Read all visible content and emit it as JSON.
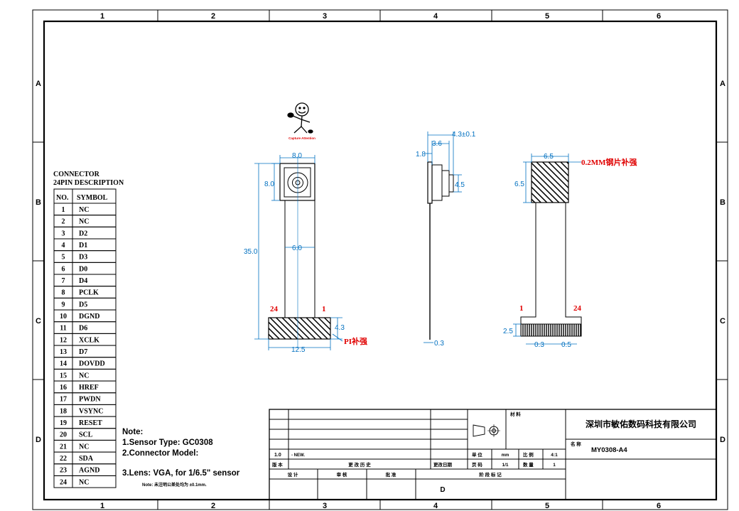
{
  "frame": {
    "columns": [
      "1",
      "2",
      "3",
      "4",
      "5",
      "6"
    ],
    "rows": [
      "A",
      "B",
      "C",
      "D"
    ]
  },
  "connector_table": {
    "title_line1": "CONNECTOR",
    "title_line2": "24PIN DESCRIPTION",
    "header_no": "NO.",
    "header_symbol": "SYMBOL",
    "rows": [
      {
        "no": "1",
        "symbol": "NC"
      },
      {
        "no": "2",
        "symbol": "NC"
      },
      {
        "no": "3",
        "symbol": "D2"
      },
      {
        "no": "4",
        "symbol": "D1"
      },
      {
        "no": "5",
        "symbol": "D3"
      },
      {
        "no": "6",
        "symbol": "D0"
      },
      {
        "no": "7",
        "symbol": "D4"
      },
      {
        "no": "8",
        "symbol": "PCLK"
      },
      {
        "no": "9",
        "symbol": "D5"
      },
      {
        "no": "10",
        "symbol": "DGND"
      },
      {
        "no": "11",
        "symbol": "D6"
      },
      {
        "no": "12",
        "symbol": "XCLK"
      },
      {
        "no": "13",
        "symbol": "D7"
      },
      {
        "no": "14",
        "symbol": "DOVDD"
      },
      {
        "no": "15",
        "symbol": "NC"
      },
      {
        "no": "16",
        "symbol": "HREF"
      },
      {
        "no": "17",
        "symbol": "PWDN"
      },
      {
        "no": "18",
        "symbol": "VSYNC"
      },
      {
        "no": "19",
        "symbol": "RESET"
      },
      {
        "no": "20",
        "symbol": "SCL"
      },
      {
        "no": "21",
        "symbol": "NC"
      },
      {
        "no": "22",
        "symbol": "SDA"
      },
      {
        "no": "23",
        "symbol": "AGND"
      },
      {
        "no": "24",
        "symbol": "NC"
      }
    ]
  },
  "notes": {
    "title": "Note:",
    "line1": "1.Sensor Type: GC0308",
    "line2": "2.Connector Model:",
    "line3": "3.Lens: VGA, for 1/6.5\" sensor",
    "tolerance": "Note: 未注明公差处均为 ±0.1mm."
  },
  "logo": {
    "caption": "Capture Attention"
  },
  "front_view": {
    "dim_width_top": "8.0",
    "dim_height_top": "8.0",
    "dim_total_length": "35.0",
    "dim_flex_width": "6.0",
    "dim_pad_height": "4.3",
    "dim_pad_width": "12.5",
    "pin_left": "24",
    "pin_right": "1",
    "stiffener_label": "PI补强"
  },
  "side_view": {
    "dim_total": "4.3±0.1",
    "dim_body": "3.6",
    "dim_base": "1.8",
    "dim_lens": "4.5",
    "dim_thickness": "0.3"
  },
  "back_view": {
    "dim_width": "6.5",
    "dim_height": "6.5",
    "stiffener_label": "0.2MM钢片补强",
    "pin_left": "1",
    "pin_right": "24",
    "dim_pad_height": "2.5",
    "dim_pitch": "0.3",
    "dim_pad": "0.5"
  },
  "title_block": {
    "material_label": "材 料",
    "company": "深圳市敏佑数码科技有限公司",
    "name_label": "名 称",
    "part_no": "MY0308-A4",
    "rev": "1.0",
    "rev_desc": "- NEW.",
    "unit_label": "单 位",
    "unit_value": "mm",
    "scale_label": "比 例",
    "scale_value": "4:1",
    "version_label": "版 本",
    "history_label": "更 改 历 史",
    "change_date_label": "更改日期",
    "page_label": "页 码",
    "page_value": "1/1",
    "qty_label": "数 量",
    "qty_value": "1",
    "design_label": "设 计",
    "review_label": "审 核",
    "approve_label": "批 准",
    "stage_label": "阶 段 标 记",
    "stage_value": "D"
  }
}
